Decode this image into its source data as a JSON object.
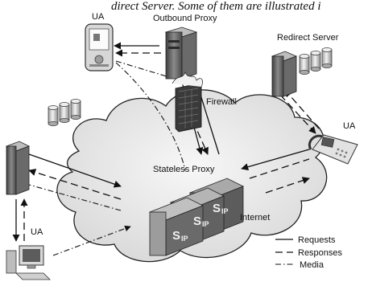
{
  "caption": "direct Server. Some of them are illustrated i",
  "labels": {
    "ua_top": "UA",
    "outbound_proxy": "Outbound Proxy",
    "redirect_server": "Redirect Server",
    "firewall": "Firewall",
    "ua_right": "UA",
    "stateless_proxy": "Stateless Proxy",
    "internet": "Internet",
    "ua_bottom": "UA"
  },
  "legend": {
    "requests": "Requests",
    "responses": "Responses",
    "media": "Media"
  },
  "colors": {
    "cloud_fill": "#eaeaea",
    "cloud_stroke": "#222222",
    "server_dark": "#5a5a5a",
    "server_light": "#cfcfcf"
  },
  "icons": [
    "pda-icon",
    "server-icon",
    "database-icon",
    "firewall-icon",
    "ip-phone-icon",
    "desktop-computer-icon",
    "ip-router-stack-icon"
  ]
}
